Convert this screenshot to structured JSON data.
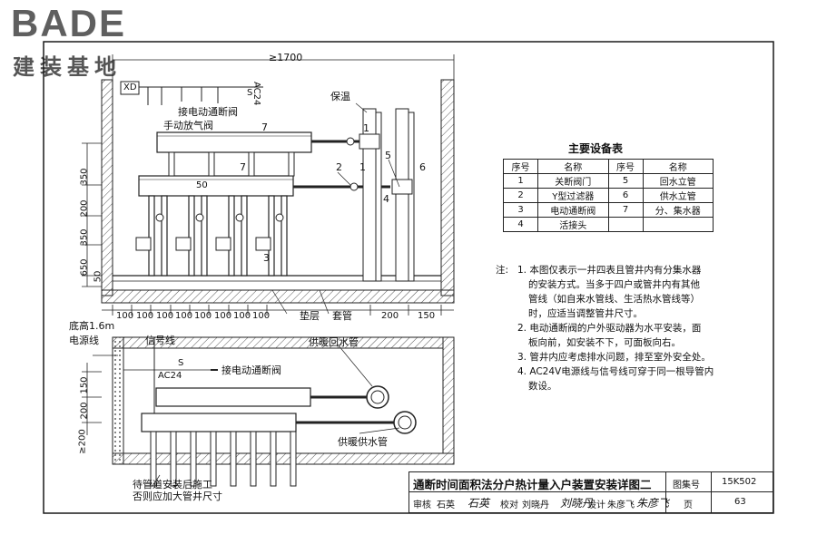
{
  "logo": {
    "word": "BADE",
    "sub": "建装基地"
  },
  "drawing": {
    "top_dim": "≥1700",
    "labels": {
      "xd": "XD",
      "ac24_top": "AC24",
      "s_top": "S",
      "connect_valve_top": "接电动通断阀",
      "manual_vent": "手动放气阀",
      "insulation": "保温",
      "num_1a": "1",
      "num_1b": "1",
      "num_2": "2",
      "num_3": "3",
      "num_4": "4",
      "num_5": "5",
      "num_6": "6",
      "num_7a": "7",
      "num_7b": "7",
      "num_50": "50",
      "cushion": "垫层",
      "sleeve": "套管",
      "bottom_height": "底高1.6m",
      "power_line": "电源线",
      "signal_line": "信号线",
      "s_plan": "S",
      "ac24_plan": "AC24",
      "connect_valve_plan": "接电动通断阀",
      "return_pipe": "供暖回水管",
      "supply_pipe": "供暖供水管",
      "construct_note_1": "待管道安装后施工",
      "construct_note_2": "否则应加大管井尺寸"
    },
    "left_dims": [
      "350",
      "200",
      "350",
      "650",
      "50"
    ],
    "plan_dims": [
      "150",
      "200",
      "≥200"
    ],
    "bottom_dims": [
      "100",
      "100",
      "100",
      "100",
      "100",
      "100",
      "100",
      "100",
      "200",
      "150"
    ]
  },
  "equipment": {
    "title": "主要设备表",
    "headers": [
      "序号",
      "名称",
      "序号",
      "名称"
    ],
    "rows": [
      [
        "1",
        "关断阀门",
        "5",
        "回水立管"
      ],
      [
        "2",
        "Y型过滤器",
        "6",
        "供水立管"
      ],
      [
        "3",
        "电动通断阀",
        "7",
        "分、集水器"
      ],
      [
        "4",
        "活接头",
        "",
        ""
      ]
    ]
  },
  "notes": {
    "lead": "注:",
    "items": [
      [
        "1. 本图仅表示一井四表且管井内有分集水器",
        "的安装方式。当多于四户或管井内有其他",
        "管线（如自来水管线、生活热水管线等）",
        "时，应适当调整管井尺寸。"
      ],
      [
        "2. 电动通断阀的户外驱动器为水平安装，面",
        "板向前，如安装不下，可面板向右。"
      ],
      [
        "3. 管井内应考虑排水问题，排至室外安全处。"
      ],
      [
        "4. AC24V电源线与信号线可穿于同一根导管内",
        "数设。"
      ]
    ]
  },
  "title_block": {
    "title": "通断时间面积法分户热计量入户装置安装详图二",
    "atlas_label": "图集号",
    "atlas_no": "15K502",
    "review": "审核",
    "reviewer": "石英",
    "reviewer_sig": "石英",
    "check": "校对",
    "checker": "刘晓丹",
    "checker_sig": "刘晓丹",
    "design": "设计",
    "designer": "朱彦飞",
    "designer_sig": "朱彦飞",
    "page_label": "页",
    "page_no": "63"
  },
  "colors": {
    "line": "#1a1a1a",
    "hatch": "#555555",
    "logo": "#5f5f5f"
  }
}
